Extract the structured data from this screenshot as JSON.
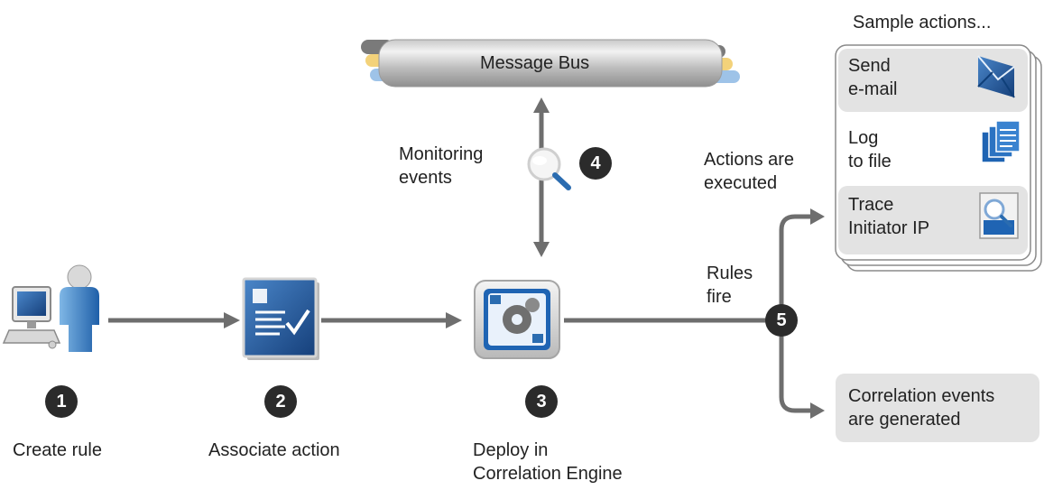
{
  "bus": {
    "label": "Message Bus"
  },
  "steps": [
    {
      "badge": "1",
      "label": "Create rule"
    },
    {
      "badge": "2",
      "label": "Associate action"
    },
    {
      "badge": "3",
      "label": "Deploy in\nCorrelation Engine"
    },
    {
      "badge": "4",
      "label": "Monitoring\nevents"
    },
    {
      "badge": "5",
      "label": "Rules\nfire"
    }
  ],
  "actions_executed": "Actions are\nexecuted",
  "sample": {
    "title": "Sample actions...",
    "items": [
      {
        "label": "Send\ne-mail",
        "icon": "envelope-icon"
      },
      {
        "label": "Log\nto file",
        "icon": "log-files-icon"
      },
      {
        "label": "Trace\nInitiator IP",
        "icon": "trace-ip-icon"
      }
    ]
  },
  "correlation_events": "Correlation events\nare generated",
  "colors": {
    "arrow": "#6e6e6e",
    "badge": "#2b2b2b",
    "panel": "#e3e3e3",
    "icon_blue": "#1b5aa6"
  }
}
